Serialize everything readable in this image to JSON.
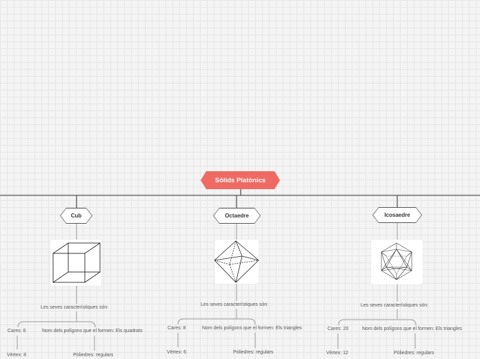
{
  "root": {
    "label": "Sòlids Platònics",
    "color": "#ee6a63"
  },
  "solids": [
    {
      "name": "Cub",
      "heading": "Les seves característiques són:",
      "faces": "Cares: 6",
      "polygons": "Nom dels polígons que el formen: Els quadrats",
      "vertices": "Vèrtex: 8",
      "polyhedra": "Pòliedres: regulars"
    },
    {
      "name": "Octaedre",
      "heading": "Les seves característiques són:",
      "faces": "Cares: 8",
      "polygons": "Nom dels polígons que el formen: Els triangles",
      "vertices": "Vèrtex: 6",
      "polyhedra": "Pòliedres: regulars"
    },
    {
      "name": "Icosaedre",
      "heading": "Les seves característiques són:",
      "faces": "Cares: 20",
      "polygons": "Nom dels polígons que el formen: Els triangles",
      "vertices": "Vèrtex: 12",
      "polyhedra": "Pòliedres: regulars"
    }
  ],
  "icons": [
    "cube-icon",
    "octahedron-icon",
    "icosahedron-icon"
  ]
}
